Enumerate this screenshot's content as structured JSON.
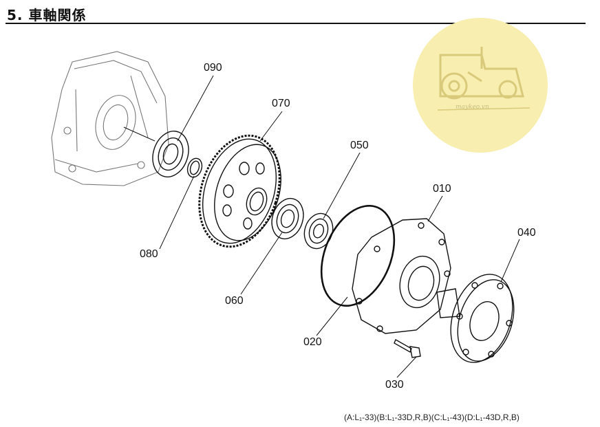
{
  "header": {
    "title": "5. 車軸関係"
  },
  "parts": [
    {
      "id": "090"
    },
    {
      "id": "070"
    },
    {
      "id": "050"
    },
    {
      "id": "010"
    },
    {
      "id": "040"
    },
    {
      "id": "080"
    },
    {
      "id": "060"
    },
    {
      "id": "020"
    },
    {
      "id": "030"
    }
  ],
  "footer": {
    "models": "(A:L₁-33)(B:L₁-33D,R,B)(C:L₁-43)(D:L₁-43D,R,B)"
  },
  "watermark": {
    "text": "maykeo.vn",
    "icon": "tractor-icon",
    "color": "#f7eeb0"
  }
}
